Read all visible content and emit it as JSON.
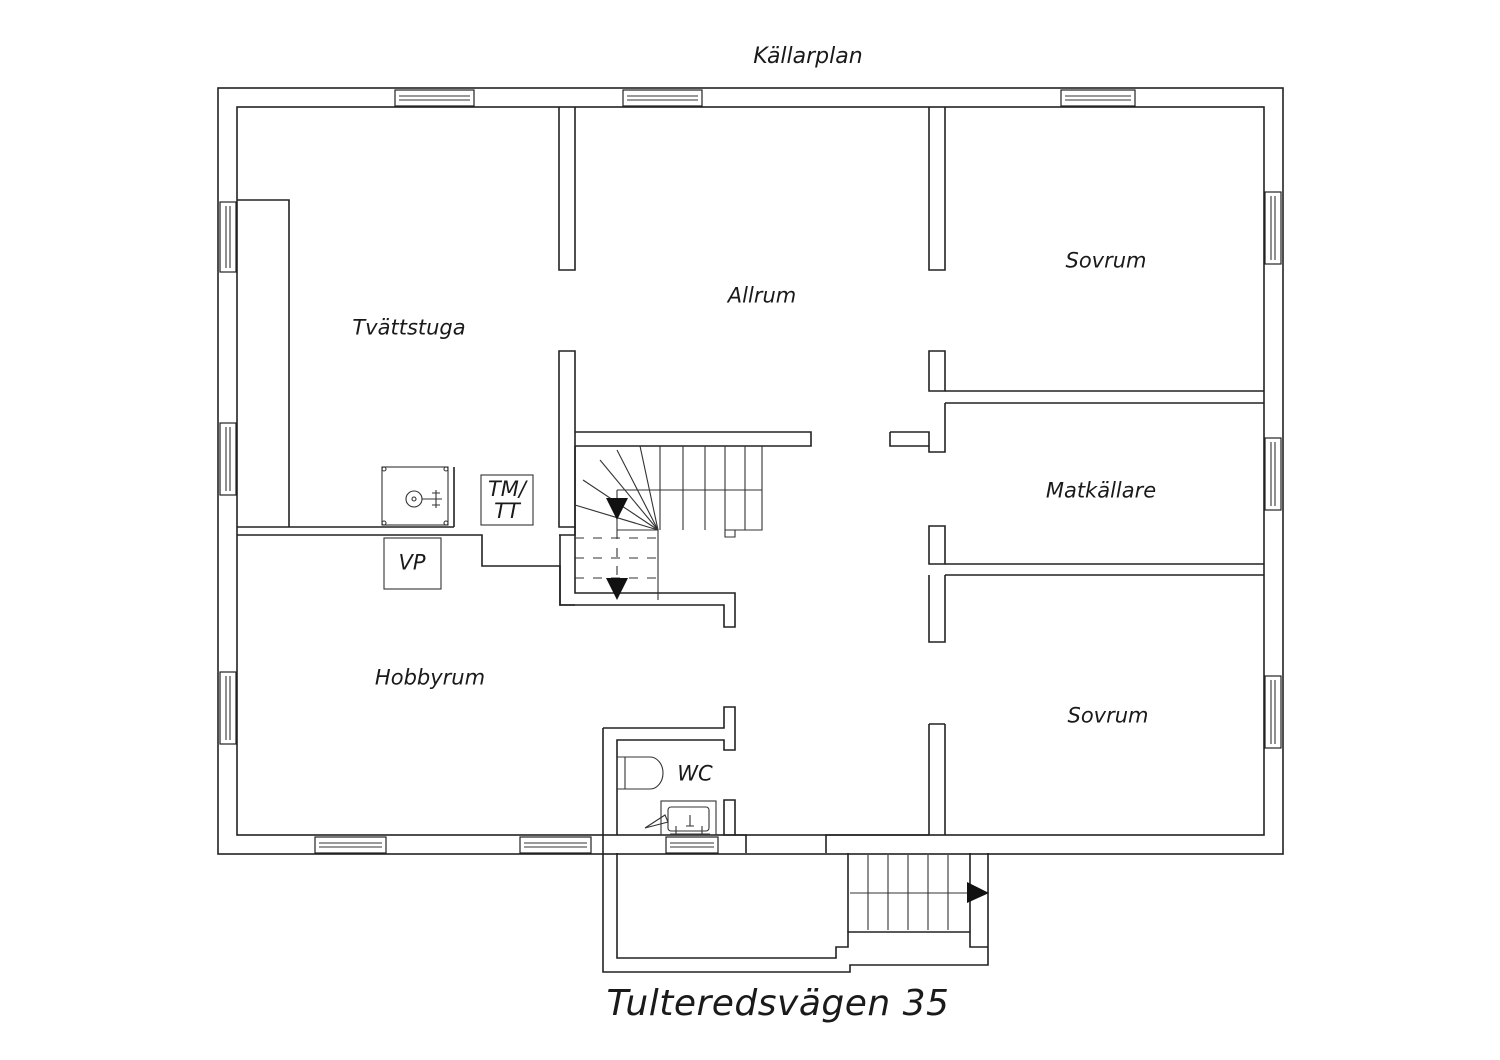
{
  "plan": {
    "heading": "Källarplan",
    "address": "Tulteredsvägen 35",
    "rooms": {
      "tvattstuga": "Tvättstuga",
      "allrum": "Allrum",
      "sovrum_top": "Sovrum",
      "matkallare": "Matkällare",
      "sovrum_bottom": "Sovrum",
      "hobbyrum": "Hobbyrum",
      "wc": "WC"
    },
    "fixtures": {
      "tm_tt_line1": "TM/",
      "tm_tt_line2": "TT",
      "vp": "VP"
    },
    "colors": {
      "line": "#222222",
      "background": "#ffffff"
    }
  }
}
